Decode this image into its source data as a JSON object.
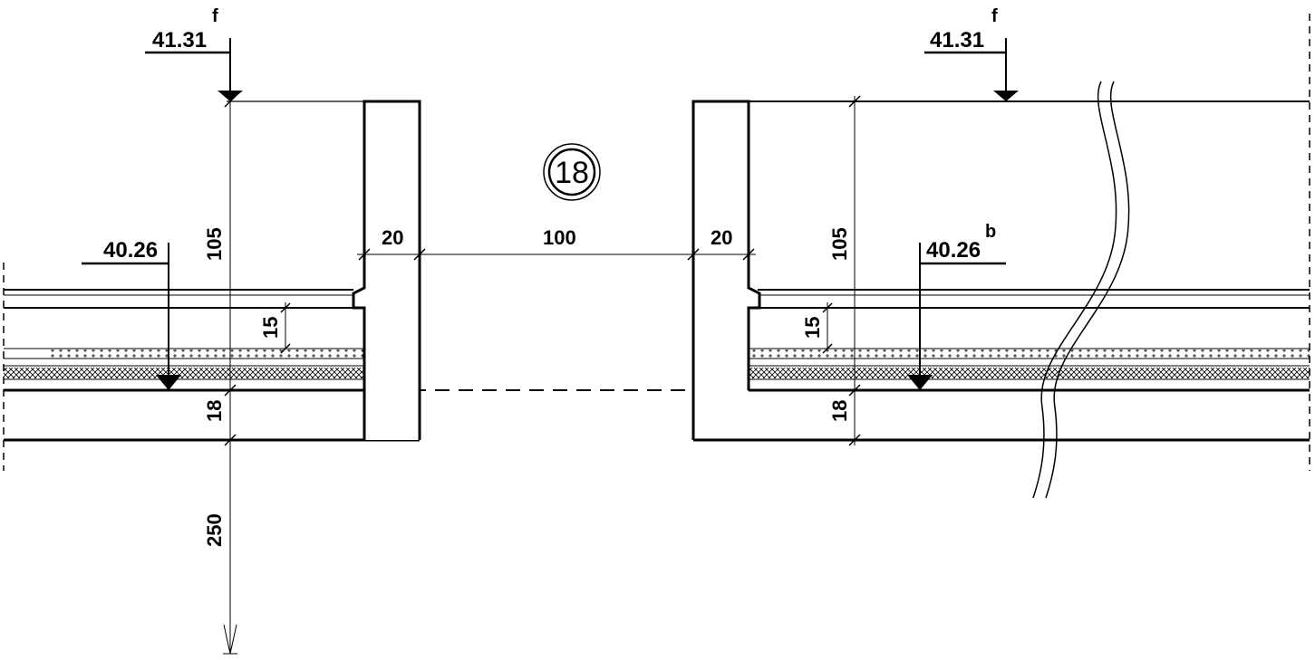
{
  "drawing": {
    "levels": {
      "top_left": {
        "value": "41.31",
        "suffix": "f"
      },
      "top_right": {
        "value": "41.31",
        "suffix": "f"
      },
      "mid_left": {
        "value": "40.26",
        "suffix": ""
      },
      "mid_right": {
        "value": "40.26",
        "suffix": "b"
      }
    },
    "dimensions": {
      "left_height_105": "105",
      "right_height_105": "105",
      "wall_left_20": "20",
      "opening_100": "100",
      "wall_right_20": "20",
      "left_layer_15": "15",
      "right_layer_15": "15",
      "left_slab_18": "18",
      "right_slab_18": "18",
      "depth_250": "250"
    },
    "detail_tag": "18",
    "colors": {
      "line": "#000000",
      "background": "#ffffff"
    }
  }
}
